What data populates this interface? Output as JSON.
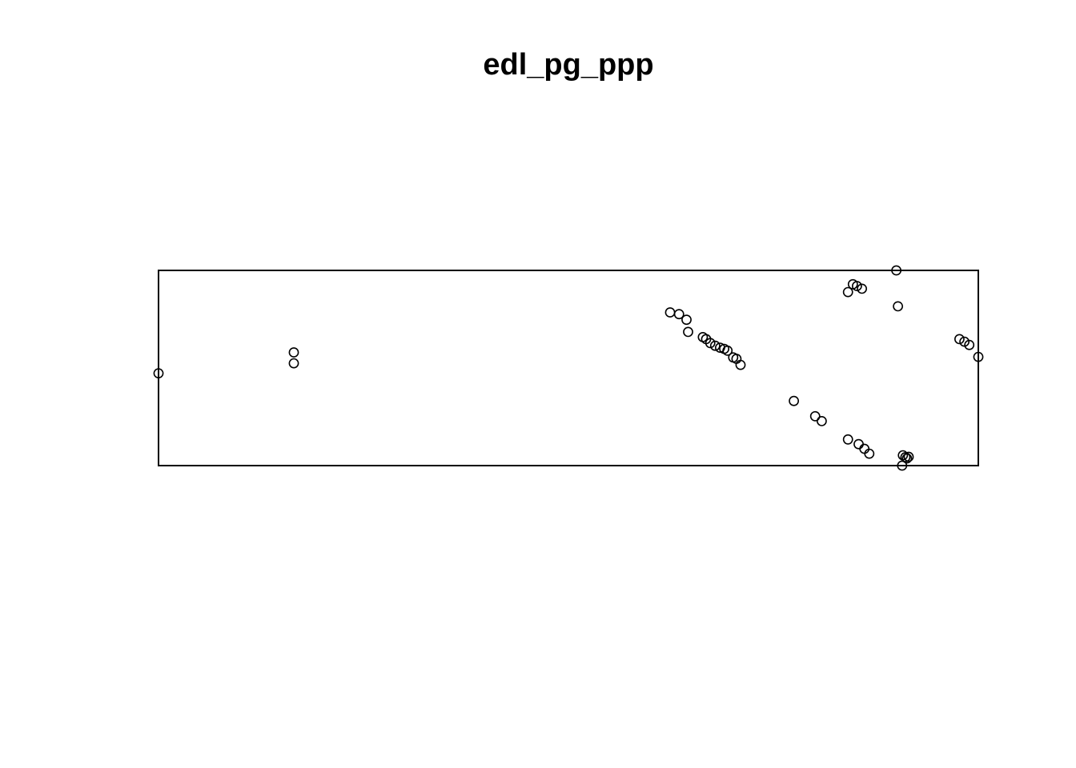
{
  "chart_data": {
    "type": "scatter",
    "title": "edl_pg_ppp",
    "xlabel": "",
    "ylabel": "",
    "xlim": [
      0,
      1
    ],
    "ylim": [
      0,
      1
    ],
    "axes_shown": false,
    "grid": false,
    "marker": "open-circle",
    "colors": {
      "point": "#000000",
      "window": "#000000",
      "background": "#ffffff"
    },
    "points": [
      {
        "x": 0.0,
        "y": 0.473
      },
      {
        "x": 0.165,
        "y": 0.58
      },
      {
        "x": 0.165,
        "y": 0.524
      },
      {
        "x": 0.624,
        "y": 0.785
      },
      {
        "x": 0.635,
        "y": 0.776
      },
      {
        "x": 0.644,
        "y": 0.747
      },
      {
        "x": 0.646,
        "y": 0.685
      },
      {
        "x": 0.664,
        "y": 0.658
      },
      {
        "x": 0.668,
        "y": 0.648
      },
      {
        "x": 0.673,
        "y": 0.628
      },
      {
        "x": 0.679,
        "y": 0.614
      },
      {
        "x": 0.685,
        "y": 0.604
      },
      {
        "x": 0.69,
        "y": 0.598
      },
      {
        "x": 0.694,
        "y": 0.589
      },
      {
        "x": 0.701,
        "y": 0.554
      },
      {
        "x": 0.705,
        "y": 0.547
      },
      {
        "x": 0.71,
        "y": 0.516
      },
      {
        "x": 0.775,
        "y": 0.331
      },
      {
        "x": 0.801,
        "y": 0.253
      },
      {
        "x": 0.809,
        "y": 0.228
      },
      {
        "x": 0.841,
        "y": 0.134
      },
      {
        "x": 0.854,
        "y": 0.11
      },
      {
        "x": 0.861,
        "y": 0.086
      },
      {
        "x": 0.867,
        "y": 0.061
      },
      {
        "x": 0.841,
        "y": 0.889
      },
      {
        "x": 0.847,
        "y": 0.929
      },
      {
        "x": 0.852,
        "y": 0.92
      },
      {
        "x": 0.858,
        "y": 0.906
      },
      {
        "x": 0.9,
        "y": 1.0
      },
      {
        "x": 0.902,
        "y": 0.816
      },
      {
        "x": 0.907,
        "y": 0.0
      },
      {
        "x": 0.908,
        "y": 0.053
      },
      {
        "x": 0.911,
        "y": 0.043
      },
      {
        "x": 0.913,
        "y": 0.037
      },
      {
        "x": 0.915,
        "y": 0.045
      },
      {
        "x": 0.977,
        "y": 0.648
      },
      {
        "x": 0.983,
        "y": 0.635
      },
      {
        "x": 0.989,
        "y": 0.618
      },
      {
        "x": 1.0,
        "y": 0.557
      }
    ]
  }
}
